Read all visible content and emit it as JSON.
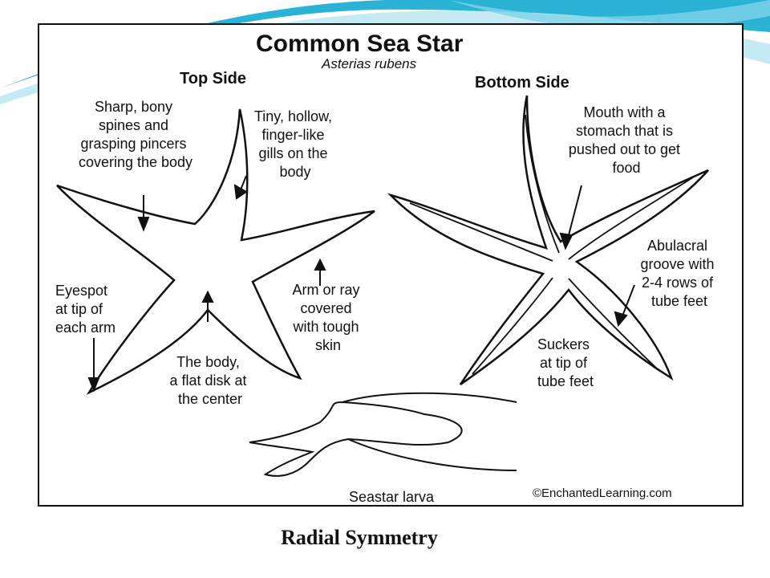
{
  "figure": {
    "title": "Common Sea Star",
    "subtitle": "Asterias rubens",
    "top_side_heading": "Top Side",
    "bottom_side_heading": "Bottom Side",
    "top_side_labels": {
      "spines": [
        "Sharp, bony",
        "spines and",
        "grasping pincers",
        "covering the body"
      ],
      "gills": [
        "Tiny, hollow,",
        "finger-like",
        "gills on the",
        "body"
      ],
      "eyespot": [
        "Eyespot",
        "at tip of",
        "each arm"
      ],
      "body": [
        "The body,",
        "a flat disk at",
        "the center"
      ],
      "arm": [
        "Arm or ray",
        "covered",
        "with tough",
        "skin"
      ]
    },
    "bottom_side_labels": {
      "mouth": [
        "Mouth with a",
        "stomach that is",
        "pushed out to get",
        "food"
      ],
      "groove": [
        "Abulacral",
        "groove with",
        "2-4 rows of",
        "tube feet"
      ],
      "suckers": [
        "Suckers",
        "at tip of",
        "tube feet"
      ]
    },
    "larva_label": "Seastar larva",
    "copyright": "©EnchantedLearning.com"
  },
  "caption": "Radial Symmetry",
  "colors": {
    "accent_top": "#2bb3d6",
    "accent_light": "#bfe8f3",
    "line": "#111111"
  }
}
